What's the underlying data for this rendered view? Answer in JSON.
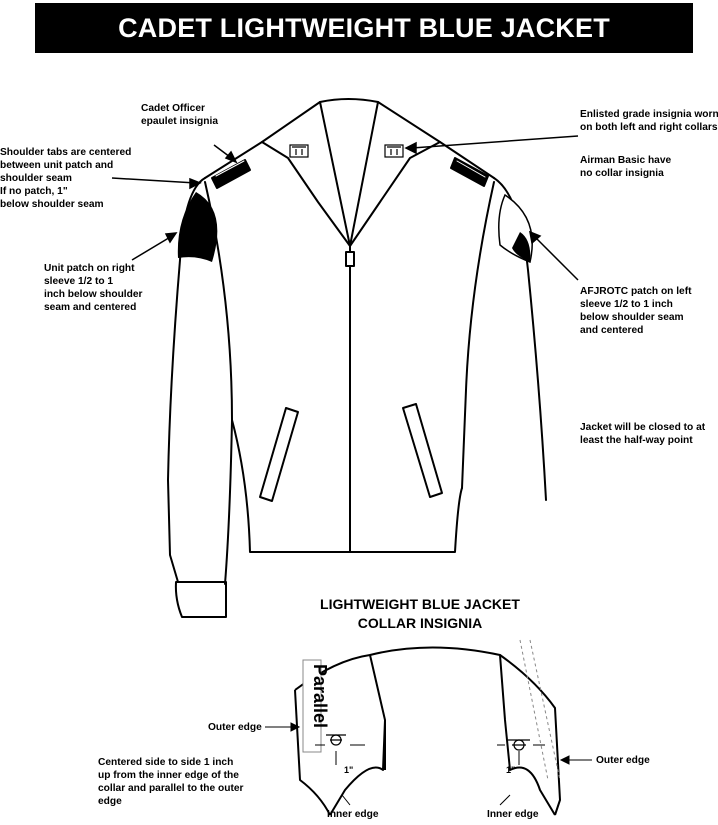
{
  "title": "CADET LIGHTWEIGHT BLUE JACKET",
  "labels": {
    "epaulet": [
      "Cadet Officer",
      "epaulet insignia"
    ],
    "shoulder_tabs": [
      "Shoulder tabs are centered",
      "between unit patch and",
      "shoulder seam",
      "If no patch, 1\"",
      "below shoulder seam"
    ],
    "unit_patch": [
      "Unit patch on right",
      "sleeve 1/2  to 1",
      "inch below shoulder",
      "seam and centered"
    ],
    "enlisted": [
      "Enlisted grade insignia worn",
      "on both left and right collars"
    ],
    "airman_basic": [
      "Airman Basic have",
      "no collar insignia"
    ],
    "afjrotc": [
      "AFJROTC patch on left",
      "sleeve 1/2  to 1 inch",
      "below shoulder seam",
      "and centered"
    ],
    "closed": [
      "Jacket will be closed to at",
      "least the half-way point"
    ],
    "centered": [
      "Centered side to side 1 inch",
      "up from the inner edge of the",
      "collar and parallel to the outer",
      "edge"
    ]
  },
  "collar_heading": [
    "LIGHTWEIGHT BLUE JACKET",
    "COLLAR INSIGNIA"
  ],
  "detail": {
    "parallel": "Parallel",
    "outer_edge": "Outer edge",
    "inner_edge": "Inner edge",
    "one_inch": "1\""
  }
}
